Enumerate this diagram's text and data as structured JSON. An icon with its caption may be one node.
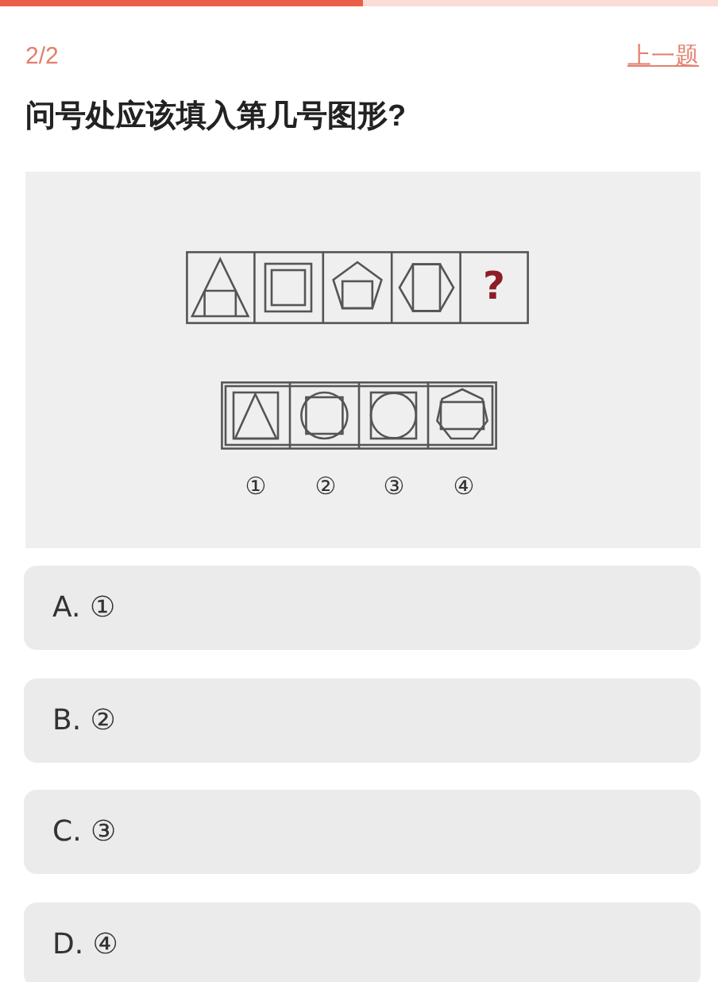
{
  "diagram": {
    "title": "问号处应该填入第几号图形?",
    "nodes": [
      {
        "text": [
          "A. ①"
        ]
      },
      {
        "text": [
          "B. ②"
        ]
      },
      {
        "text": [
          "C. ③"
        ]
      },
      {
        "text": [
          "D. ④"
        ]
      }
    ],
    "labels": [
      "2/2",
      "上一题",
      "?",
      "①",
      "②",
      "③",
      "④"
    ]
  }
}
